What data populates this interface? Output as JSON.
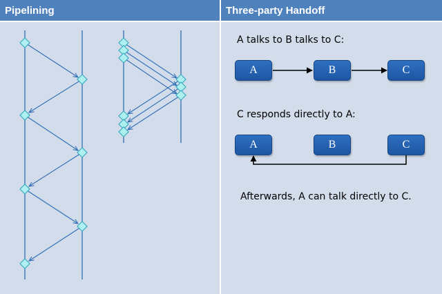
{
  "left_panel": {
    "title": "Pipelining"
  },
  "right_panel": {
    "title": "Three-party Handoff",
    "caption_1": "A talks to B talks to C:",
    "caption_2": "C responds directly to A:",
    "caption_3": "Afterwards, A can talk directly to C.",
    "row1_nodes": [
      "A",
      "B",
      "C"
    ],
    "row2_nodes": [
      "A",
      "B",
      "C"
    ]
  },
  "colors": {
    "panel_background": "#d3dcea",
    "header_background": "#4f81bd",
    "node_fill": "#2563b0",
    "timeline_line": "#2e6db4",
    "diamond_fill": "#aef0f0",
    "arrow": "#000000"
  }
}
